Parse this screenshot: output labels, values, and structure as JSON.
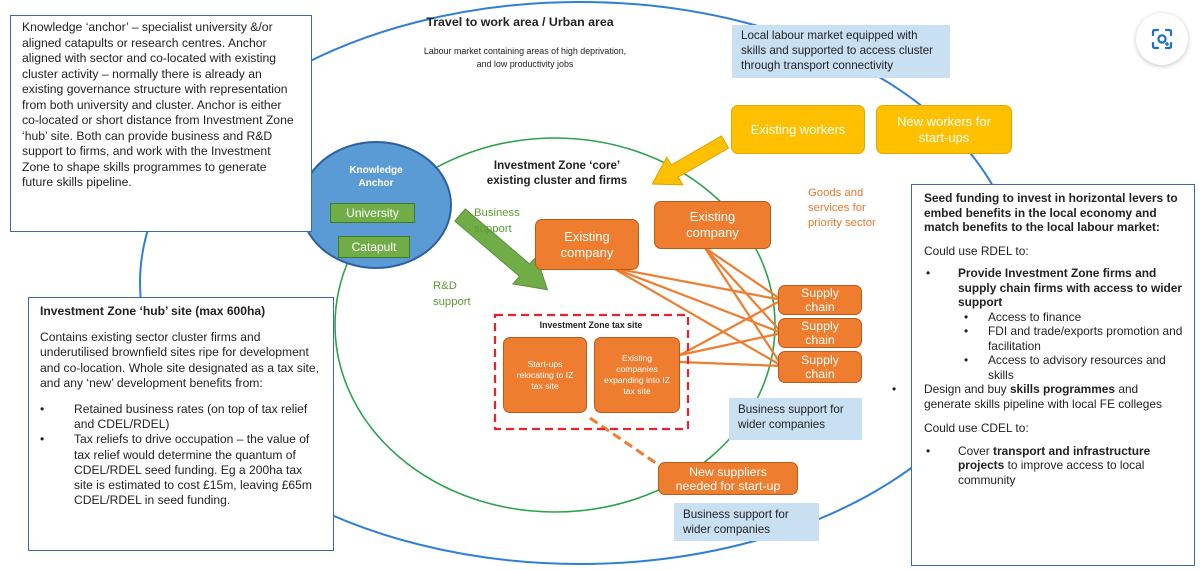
{
  "anchor_text": "Knowledge ‘anchor’ – specialist university &/or aligned catapults or research centres. Anchor aligned with sector and co-located with existing cluster activity – normally there is already an existing governance structure with representation from both university and cluster. Anchor is either co-located or short distance from Investment Zone ‘hub’ site. Both can provide business and R&D support to firms, and work with the Investment Zone to shape skills programmes to generate future skills pipeline.",
  "travel_area": {
    "title": "Travel to work area / Urban area",
    "desc_line1": "Labour market containing areas of high deprivation,",
    "desc_line2": "and low productivity jobs"
  },
  "labour_market_box": "Local labour market equipped with skills and supported to access cluster through transport connectivity",
  "existing_workers": "Existing workers",
  "new_workers": "New workers for start-ups",
  "knowledge_anchor": {
    "title": "Knowledge Anchor",
    "university": "University",
    "catapult": "Catapult"
  },
  "business_support_label": "Business support",
  "rd_support_label": "R&D support",
  "iz_core": "Investment Zone ‘core’ existing cluster and firms",
  "goods_services": "Goods and services for priority sector",
  "existing_company_1": "Existing company",
  "existing_company_2": "Existing company",
  "supply_chain": [
    "Supply chain",
    "Supply chain",
    "Supply chain"
  ],
  "tax_site": {
    "title": "Investment Zone tax site",
    "startups": "Start-ups relocating to IZ tax site",
    "existing_expanding": "Existing companies expanding into IZ tax site"
  },
  "business_support_wider_1": "Business support for wider companies",
  "business_support_wider_2": "Business support for wider companies",
  "new_suppliers": "New suppliers needed for start-up",
  "hub": {
    "title": "Investment Zone ‘hub’ site (max 600ha)",
    "body": "Contains existing sector cluster firms and underutilised brownfield sites ripe for development and co-location. Whole site designated as a tax site, and any ‘new’ development benefits from:",
    "bullets": [
      "Retained business rates (on top of tax relief and CDEL/RDEL)",
      "Tax reliefs to drive occupation – the value of tax relief would determine the quantum of CDEL/RDEL seed funding. Eg a 200ha tax site is estimated to cost £15m, leaving £65m CDEL/RDEL in seed funding."
    ]
  },
  "seed": {
    "title": "Seed funding to invest in horizontal levers to embed benefits in the local economy and match benefits to the local labour market:",
    "rdel_intro": "Could use RDEL to:",
    "rdel_b1": "Provide Investment Zone firms and supply chain firms with access to wider support",
    "rdel_sub": [
      "Access to finance",
      "FDI and trade/exports promotion and facilitation",
      "Access to advisory resources and skills"
    ],
    "rdel_b2_pre": "Design and buy ",
    "rdel_b2_bold": "skills programmes",
    "rdel_b2_post": " and generate skills pipeline with local FE colleges",
    "cdel_intro": "Could use CDEL to:",
    "cdel_b1_pre": "Cover ",
    "cdel_b1_bold": "transport and infrastructure projects",
    "cdel_b1_post": " to improve access to local community"
  },
  "colors": {
    "blue": "#3b68b0",
    "orange": "#ee7d2f",
    "yellow": "#ffc000",
    "green": "#70ad47",
    "red": "#e8242a",
    "anchor": "#5b9bd5"
  },
  "lens_icon": "lens-search-icon"
}
